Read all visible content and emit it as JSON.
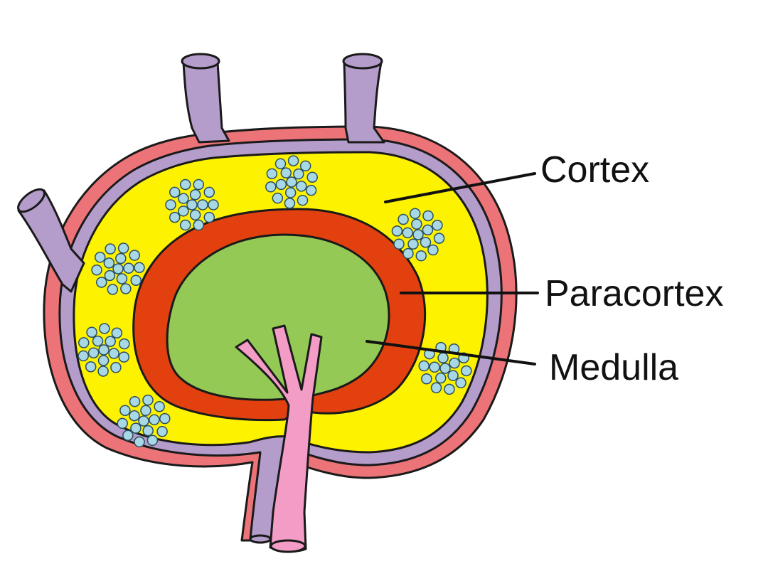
{
  "labels": {
    "cortex": "Cortex",
    "paracortex": "Paracortex",
    "medulla": "Medulla"
  },
  "colors": {
    "capsule": "#ec7478",
    "sinus": "#b49ccb",
    "cortex": "#fdf200",
    "paracortex": "#e2400f",
    "medulla": "#94c955",
    "vessel": "#f39cc6",
    "follicle_cell": "#a8d8e6"
  }
}
